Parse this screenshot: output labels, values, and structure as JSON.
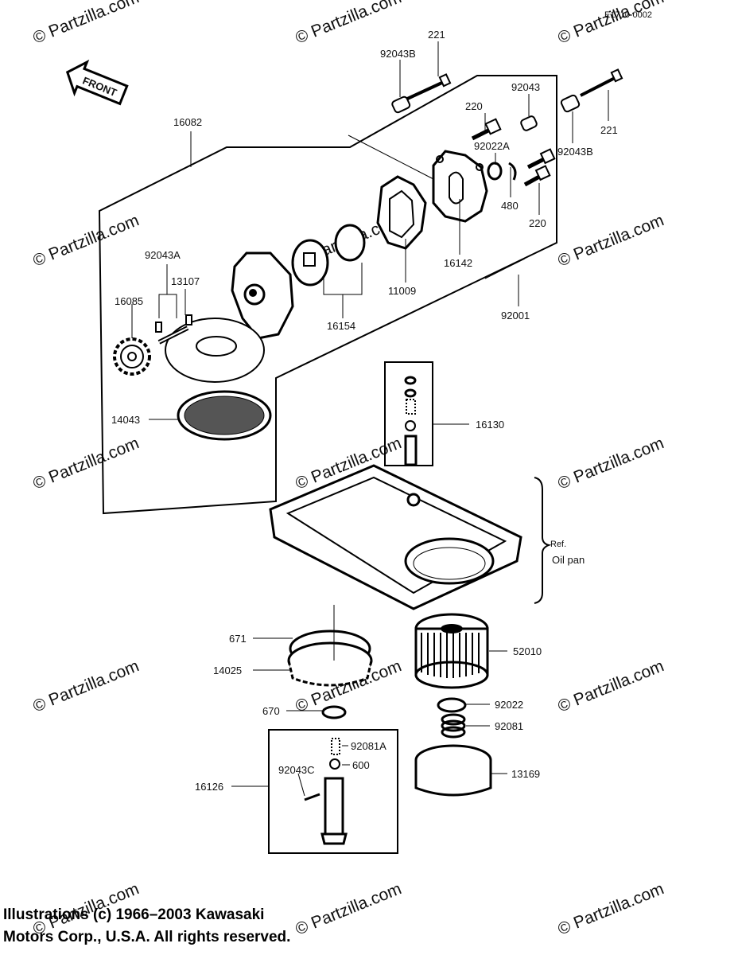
{
  "diagram": {
    "ref_code": "E1710-0002",
    "front_label": "FRONT",
    "watermark": "© Partzilla.com",
    "parts": {
      "p16082": "16082",
      "p221_top": "221",
      "p92043B_top": "92043B",
      "p92043": "92043",
      "p220_top": "220",
      "p92022A": "92022A",
      "p221_right": "221",
      "p92043B_right": "92043B",
      "p480": "480",
      "p220_right": "220",
      "p16142": "16142",
      "p11009": "11009",
      "p16154": "16154",
      "p92001": "92001",
      "p92043A": "92043A",
      "p13107": "13107",
      "p16085": "16085",
      "p14043": "14043",
      "p16130": "16130",
      "p671": "671",
      "p14025": "14025",
      "p52010": "52010",
      "p670": "670",
      "p92022": "92022",
      "p92081": "92081",
      "p92081A": "92081A",
      "p92043C": "92043C",
      "p600": "600",
      "p16126": "16126",
      "p13169": "13169"
    },
    "ref_note": "Ref.",
    "ref_part": "Oil pan"
  },
  "copyright": {
    "line1": "Illustrations (c) 1966–2003 Kawasaki",
    "line2": "Motors Corp., U.S.A.  All rights reserved."
  }
}
